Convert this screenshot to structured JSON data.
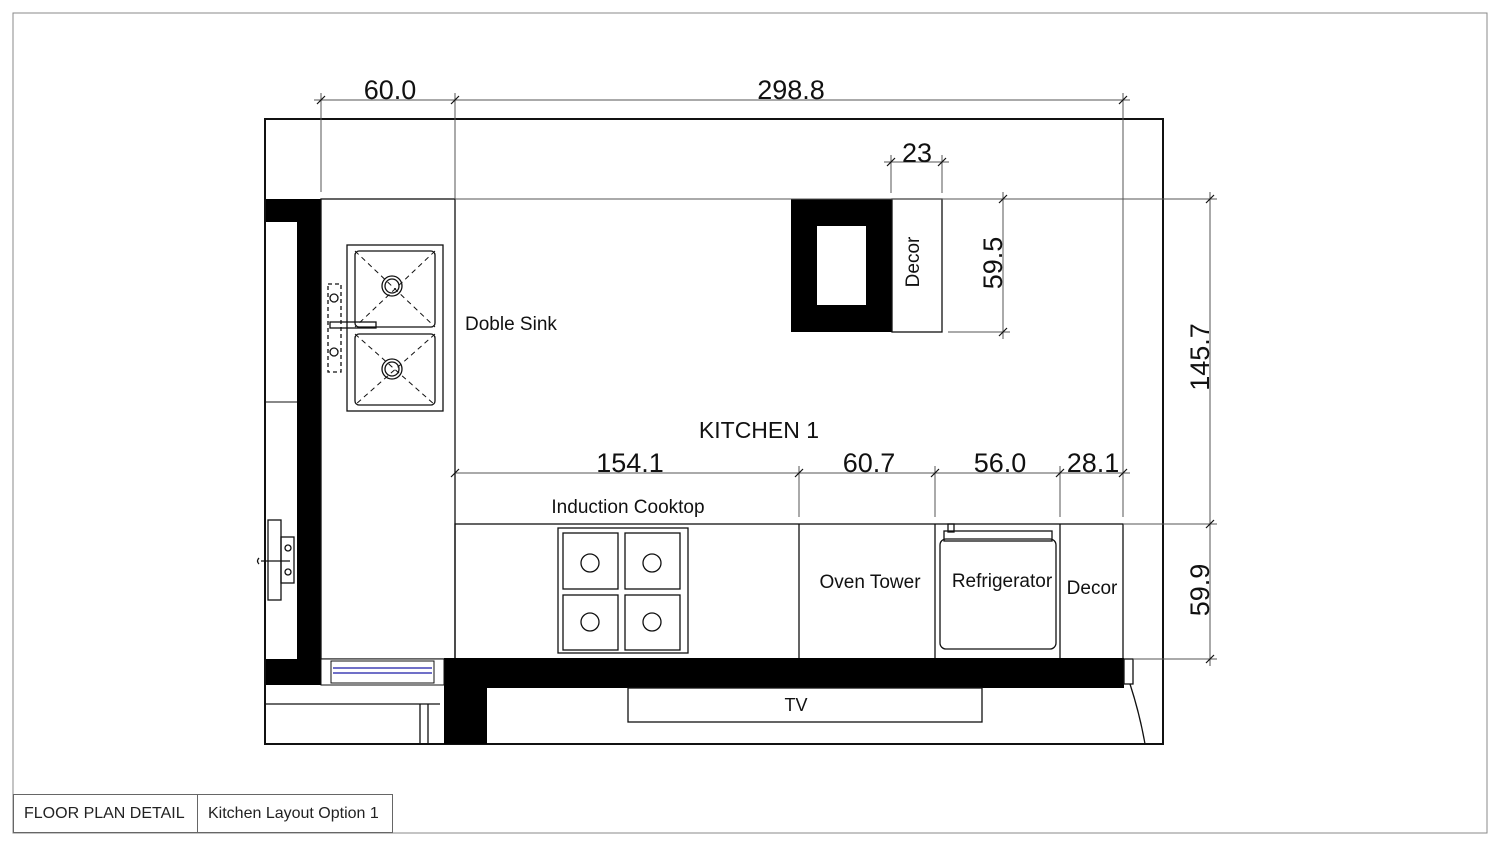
{
  "room": {
    "name": "KITCHEN 1"
  },
  "labels": {
    "sink": "Doble Sink",
    "cooktop": "Induction Cooktop",
    "oven": "Oven Tower",
    "fridge": "Refrigerator",
    "decor_right": "Decor",
    "decor_top": "Decor",
    "tv": "TV"
  },
  "dimensions": {
    "top_left": "60.0",
    "top_main": "298.8",
    "decor_width": "23",
    "decor_height": "59.5",
    "right_room": "145.7",
    "right_counter": "59.9",
    "seg_cooktop": "154.1",
    "seg_oven": "60.7",
    "seg_fridge": "56.0",
    "seg_decor": "28.1"
  },
  "title_block": {
    "sheet": "FLOOR PLAN DETAIL",
    "subtitle": "Kitchen Layout Option 1"
  },
  "colors": {
    "ink": "#111111",
    "border": "#888888",
    "window": "#1a1aa8"
  }
}
